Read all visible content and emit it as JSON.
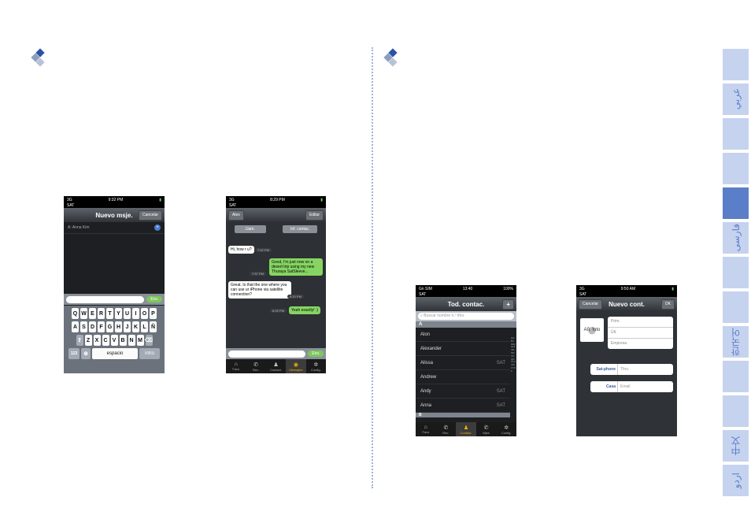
{
  "phone1": {
    "status_carrier": "3G",
    "status_time": "9:32 PM",
    "carrier": "SAT",
    "title": "Nuevo msje.",
    "cancel": "Cancelar",
    "to": "A: Anna Kim",
    "send": "Env.",
    "keys_row1": [
      "Q",
      "W",
      "E",
      "R",
      "T",
      "Y",
      "U",
      "I",
      "O",
      "P"
    ],
    "keys_row2": [
      "A",
      "S",
      "D",
      "F",
      "G",
      "H",
      "J",
      "K",
      "L",
      "Ñ"
    ],
    "keys_row3": [
      "Z",
      "X",
      "C",
      "V",
      "B",
      "N",
      "M"
    ],
    "key_123": "123",
    "key_space": "espacio",
    "key_intro": "intro"
  },
  "phone2": {
    "status_carrier": "3G",
    "status_time": "8:29 PM",
    "carrier": "SAT",
    "back": "Alex",
    "edit": "Editar",
    "btn_call": "Llam.",
    "btn_contact": "Inf. contac.",
    "msg1": "Hi, how r u?",
    "ts1": "7:52 PM",
    "msg2": "Good, I'm just now on a desert trip using my new Thuraya SatSleeve...",
    "ts2": "7:57 PM",
    "msg3": "Great. Is that the one where you can use ur iPhone via satellite connection?",
    "ts3": "8:20 PM",
    "ts4": "8:29 PM",
    "msg4": "Yeah exactly! :)",
    "send": "Env.",
    "tabs": [
      "Favs",
      "Rec.",
      "Contact.",
      "Mensajes",
      "Config."
    ]
  },
  "phone3": {
    "status_carrier": "Gn SIM",
    "status_time": "13:40",
    "status_battery": "100%",
    "carrier": "SAT",
    "title": "Tod. contac.",
    "add": "+",
    "search_placeholder": "Buscar nombre n.º tfno.",
    "section": "A",
    "section2": "B",
    "contacts": [
      {
        "name": "Alon",
        "sat": ""
      },
      {
        "name": "Alexander",
        "sat": ""
      },
      {
        "name": "Alissa",
        "sat": "SAT"
      },
      {
        "name": "Andrew",
        "sat": ""
      },
      {
        "name": "Andy",
        "sat": "SAT"
      },
      {
        "name": "Anna",
        "sat": "SAT"
      }
    ],
    "index_letters": "QABCDEFGHIJKLMNOPQRSTUVWXYZ#",
    "tabs": [
      "Favs",
      "Rec.",
      "Contact.",
      "Mjes",
      "Config."
    ]
  },
  "phone4": {
    "status_carrier": "3G",
    "status_time": "9:50 AM",
    "carrier": "SAT",
    "cancel": "Cancelar",
    "title": "Nuevo cont.",
    "ok": "OK",
    "photo": "Añ. foto",
    "first": "Prim.",
    "last": "Últ.",
    "company": "Empresa",
    "sat_label": "Sat-phone",
    "sat_placeholder": "Tfno.",
    "home_label": "Casa",
    "home_placeholder": "Email"
  },
  "sidetabs": [
    "",
    "عربي",
    "",
    "",
    "",
    "فارسی",
    "",
    "",
    "한국어",
    "",
    "",
    "中文",
    "اردو"
  ],
  "colors": {
    "accent": "#5b7ec8",
    "tab": "#c6d3ef"
  }
}
